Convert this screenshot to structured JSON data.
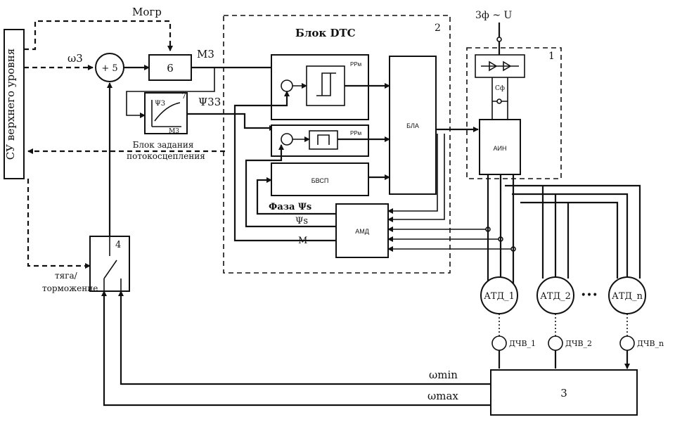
{
  "left_panel": {
    "label": "СУ верхнего уровня"
  },
  "signals": {
    "m_limit": "Mогр",
    "omega_ref": "ω3",
    "m_ref": "M3",
    "psi_ref": "Ψ33",
    "phase_psi": "Фаза Ψs",
    "psi_s": "Ψs",
    "m_est": "M",
    "omega_min": "ωmin",
    "omega_max": "ωmax",
    "supply": "3ф ~ U",
    "cap": "Cф"
  },
  "blocks": {
    "summer": "+ 5",
    "limiter": "6",
    "flux_block_num": "7",
    "flux_graph_y": "Ψ3",
    "flux_graph_x": "M3",
    "flux_block_caption_1": "Блок задания",
    "flux_block_caption_2": "потокосцепления",
    "dtc_title": "Блок DTC",
    "dtc_num": "2",
    "rrm_1": "РРм",
    "rrm_2": "РРм",
    "bla": "БЛА",
    "bvsp": "БВСП",
    "amd": "АМД",
    "ain": "АИН",
    "inverter_num": "1",
    "switch_num": "4",
    "switch_caption_1": "тяга/",
    "switch_caption_2": "торможение",
    "logic_num": "3"
  },
  "motors": [
    {
      "label": "АТД_1",
      "sensor": "ДЧВ_1"
    },
    {
      "label": "АТД_2",
      "sensor": "ДЧВ_2"
    },
    {
      "label": "АТД_n",
      "sensor": "ДЧВ_n"
    }
  ],
  "motors_ellipsis": "•••"
}
